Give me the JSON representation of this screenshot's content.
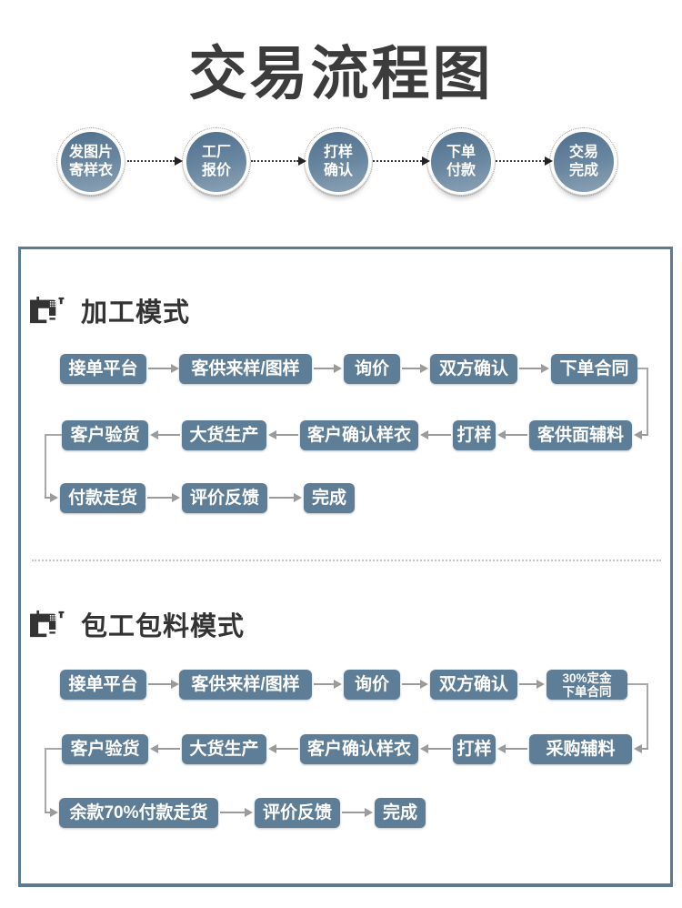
{
  "title": "交易流程图",
  "colors": {
    "box_blue": "#5e7e98",
    "frame_border": "#5c7a92",
    "arrow_gray": "#9b9b9b",
    "heading_dark": "#333333",
    "circle_gradient_top": "#4f6f8d",
    "circle_gradient_bottom": "#8da3b6"
  },
  "top_flow": [
    {
      "line1": "发图片",
      "line2": "寄样衣"
    },
    {
      "line1": "工厂",
      "line2": "报价"
    },
    {
      "line1": "打样",
      "line2": "确认"
    },
    {
      "line1": "下单",
      "line2": "付款"
    },
    {
      "line1": "交易",
      "line2": "完成"
    }
  ],
  "sections": [
    {
      "heading": "加工模式",
      "rows": [
        [
          "接单平台",
          "客供来样/图样",
          "询价",
          "双方确认",
          "下单合同"
        ],
        [
          "客户验货",
          "大货生产",
          "客户确认样衣",
          "打样",
          "客供面辅料"
        ],
        [
          "付款走货",
          "评价反馈",
          "完成"
        ]
      ]
    },
    {
      "heading": "包工包料模式",
      "rows": [
        [
          "接单平台",
          "客供来样/图样",
          "询价",
          "双方确认"
        ],
        [
          "客户验货",
          "大货生产",
          "客户确认样衣",
          "打样",
          "采购辅料"
        ],
        [
          "余款70%付款走货",
          "评价反馈",
          "完成"
        ]
      ],
      "deposit_box": {
        "line1": "30%定金",
        "line2": "下单合同"
      }
    }
  ]
}
